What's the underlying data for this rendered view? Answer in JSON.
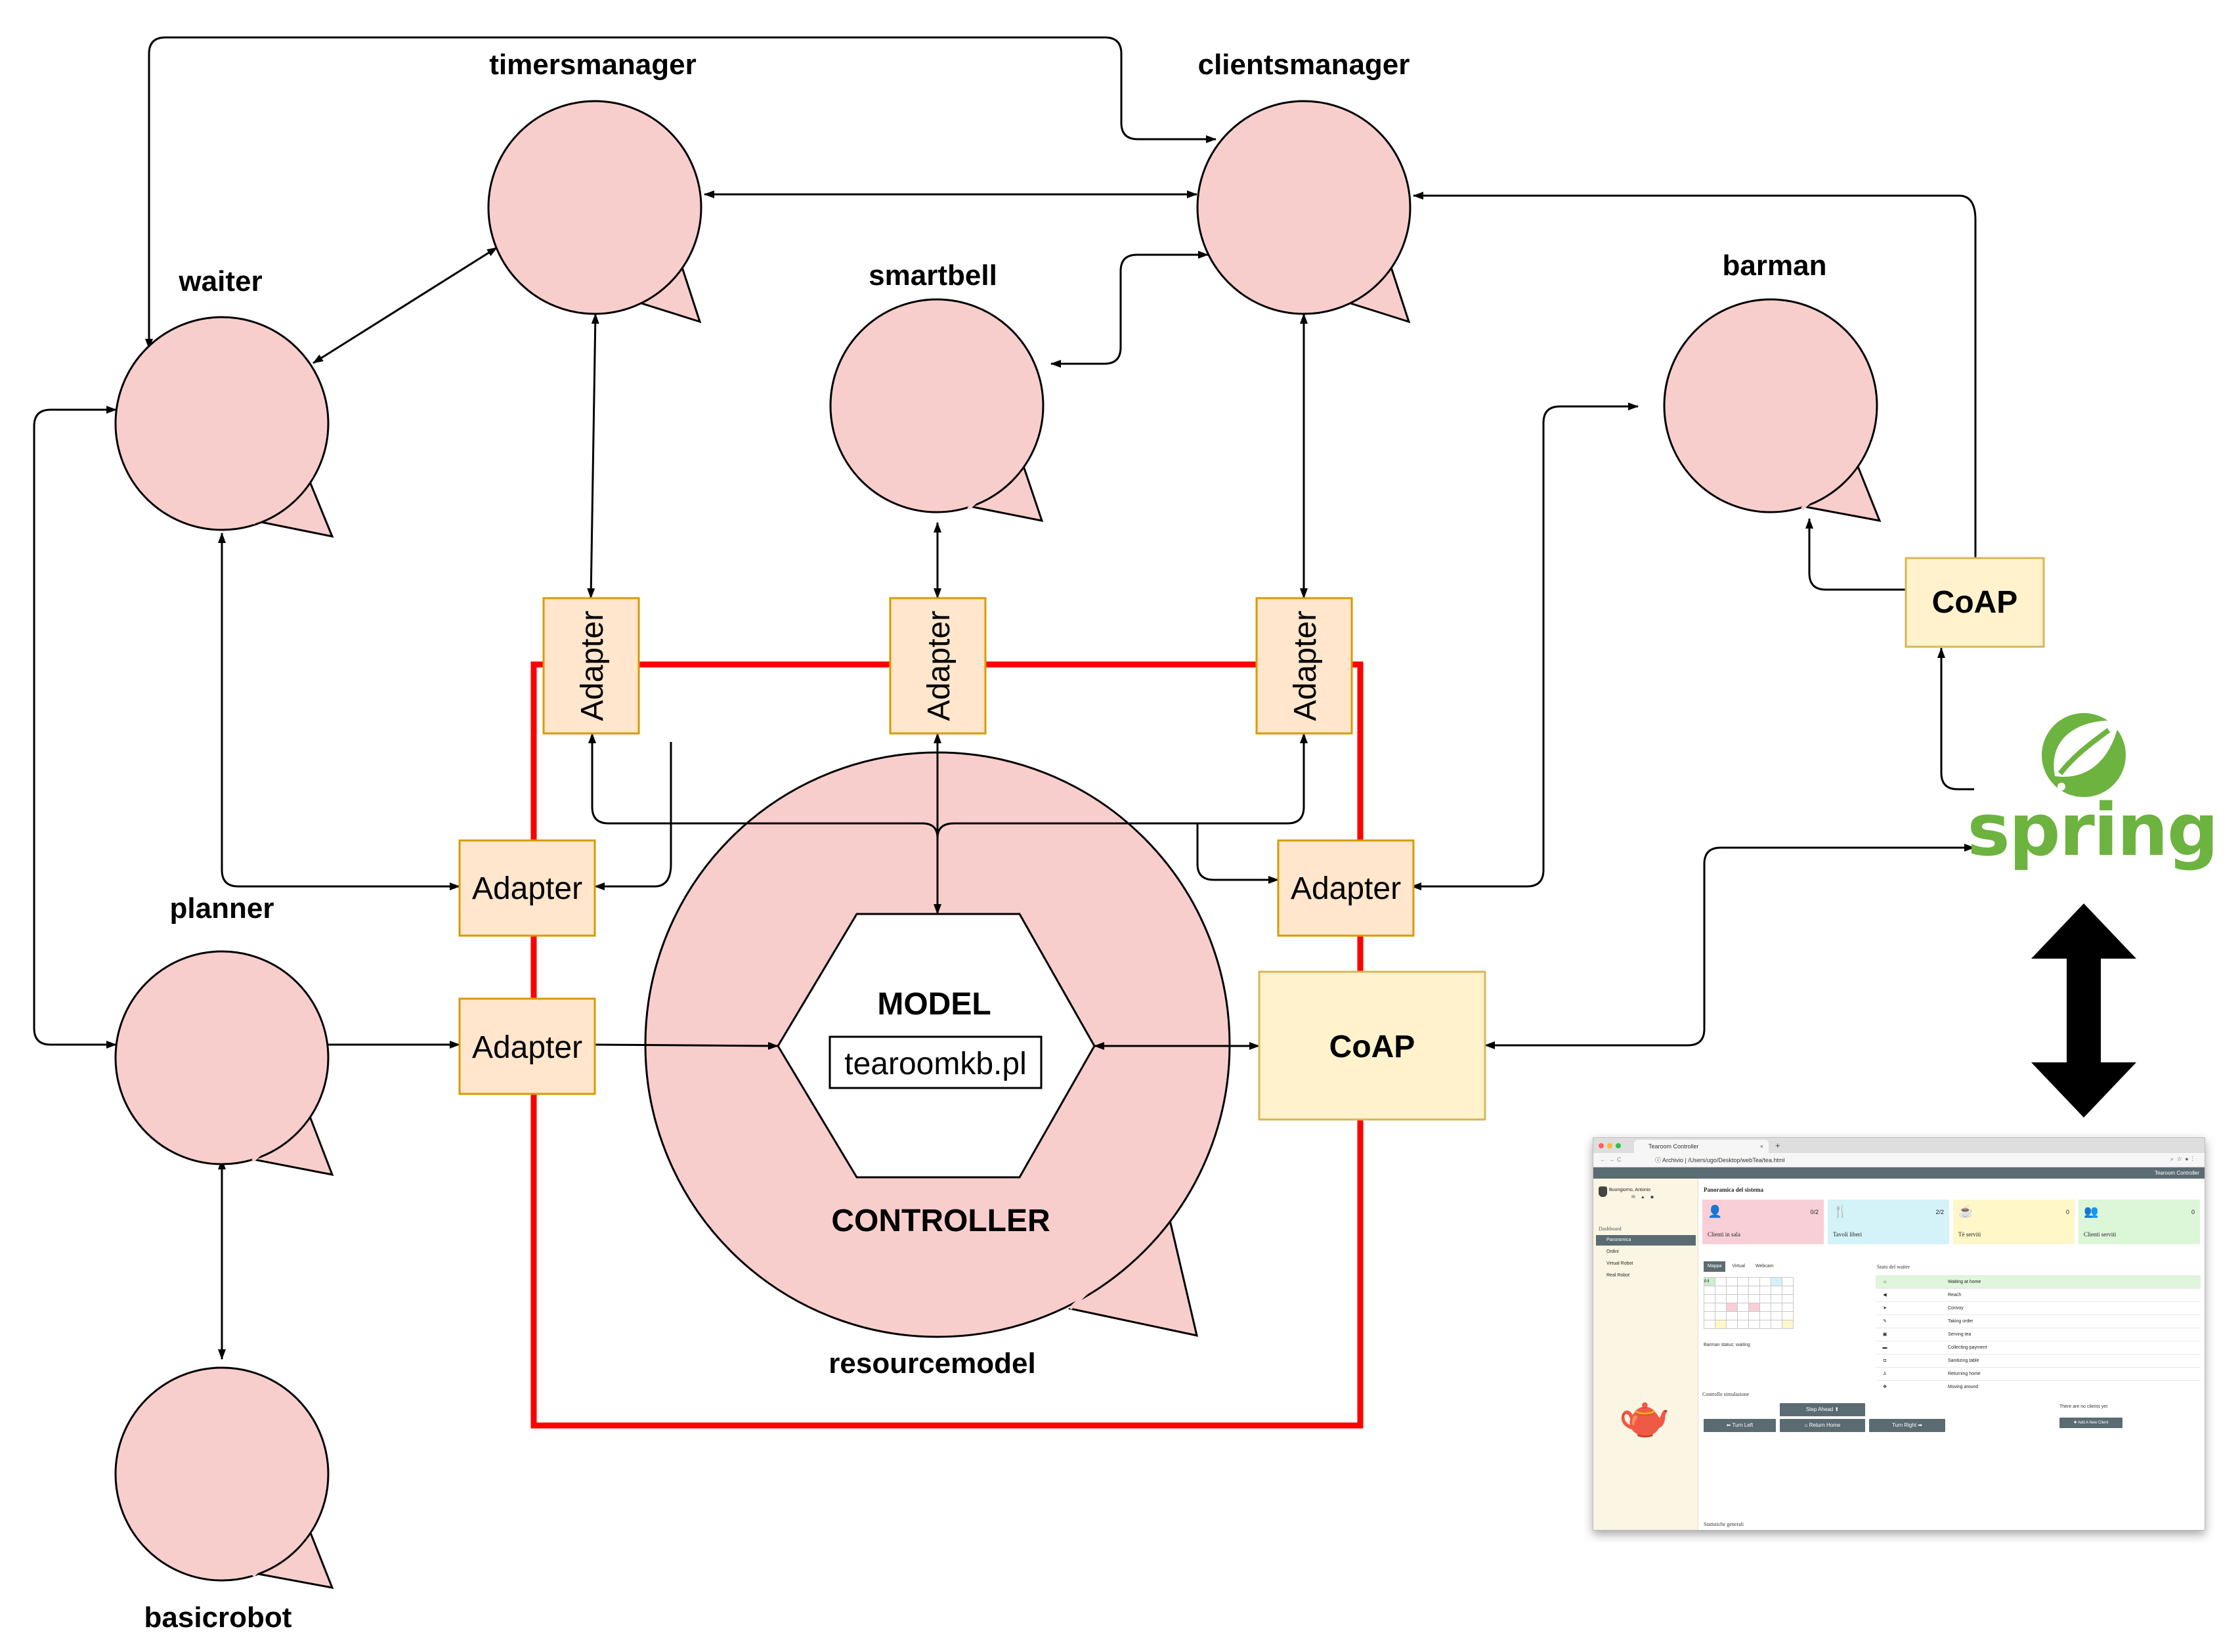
{
  "nodes": {
    "timersmanager": "timersmanager",
    "clientsmanager": "clientsmanager",
    "waiter": "waiter",
    "smartbell": "smartbell",
    "barman": "barman",
    "planner": "planner",
    "basicrobot": "basicrobot",
    "resourcemodel": "resourcemodel"
  },
  "adapter_label": "Adapter",
  "coap_label": "CoAP",
  "hexagon": {
    "model": "MODEL",
    "kb": "tearoomkb.pl",
    "controller": "CONTROLLER"
  },
  "spring_label": "spring",
  "colors": {
    "actor_fill": "#f8cecc",
    "adapter_fill": "#ffe6cc",
    "adapter_stroke": "#d79b00",
    "coap_fill": "#fff2cc",
    "coap_stroke": "#d6b656",
    "boundary": "#ff0000",
    "spring_green": "#6db33f"
  },
  "screenshot": {
    "tab_title": "Tearoom Controller",
    "address_prefix": "Archivio",
    "address": "/Users/ugo/Desktop/webTea/tea.html",
    "brand": "Tearoom Controller",
    "user": "Buongiorno, Antonio",
    "sidebar_heading": "Dashboard",
    "sidebar_items": [
      "Panoramica",
      "Ordini",
      "Virtual Robot",
      "Real Robot"
    ],
    "page_title": "Panoramica del sistema",
    "cards": [
      {
        "label": "Clienti in sala",
        "value": "0/2",
        "color": "#f8cfd6"
      },
      {
        "label": "Tavoli liberi",
        "value": "2/2",
        "color": "#d3f3f8"
      },
      {
        "label": "Tè serviti",
        "value": "0",
        "color": "#fff7c7"
      },
      {
        "label": "Clienti serviti",
        "value": "0",
        "color": "#dcf6d8"
      }
    ],
    "map_tabs": [
      "Mappa",
      "Virtual",
      "Webcam"
    ],
    "grid_corner": "0 ‖",
    "barman_status": "Barman status: waiting",
    "waiter_state_title": "Stato del waiter",
    "waiter_states": [
      "Waiting at home",
      "Reach",
      "Convoy",
      "Taking order",
      "Serving tea",
      "Collecting payment",
      "Sanitizing table",
      "Returning home",
      "Moving around"
    ],
    "sim_title": "Controllo simulazione",
    "buttons": {
      "step_ahead": "Step Ahead ⬆",
      "turn_left": "⬅ Turn Left",
      "return_home": "⌂ Return Home",
      "turn_right": "Turn Right ➡",
      "add_client": "✚ Add A New Client"
    },
    "no_clients": "There are no clients yet",
    "stats_title": "Statistiche generali"
  }
}
